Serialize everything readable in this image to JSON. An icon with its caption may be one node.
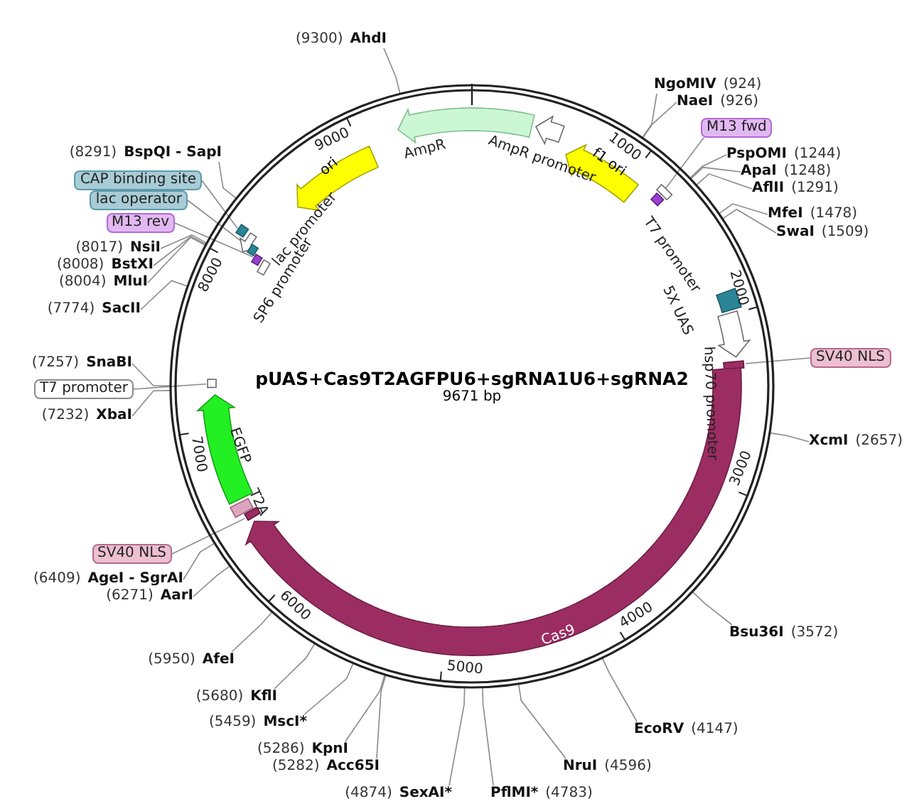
{
  "diagram": {
    "nodes": [
      {
        "text": [
          "pUAS+Cas9T2AGFPU6+sgRNA1U6+sgRNA2",
          "9671 bp"
        ]
      },
      {
        "text": [
          "AhdI"
        ],
        "beside": [
          "(9300)"
        ]
      },
      {
        "text": [
          "NgoMIV"
        ],
        "beside": [
          "(924)"
        ]
      },
      {
        "text": [
          "NaeI"
        ],
        "beside": [
          "(926)"
        ]
      },
      {
        "text": [
          "BspQI - SapI"
        ],
        "beside": [
          "(8291)"
        ]
      },
      {
        "text": [
          "PspOMI"
        ],
        "beside": [
          "(1244)"
        ]
      },
      {
        "text": [
          "ApaI"
        ],
        "beside": [
          "(1248)"
        ]
      },
      {
        "text": [
          "AflII"
        ],
        "beside": [
          "(1291)"
        ]
      },
      {
        "text": [
          "MfeI"
        ],
        "beside": [
          "(1478)"
        ]
      },
      {
        "text": [
          "SwaI"
        ],
        "beside": [
          "(1509)"
        ]
      },
      {
        "text": [
          "NsiI"
        ],
        "beside": [
          "(8017)"
        ]
      },
      {
        "text": [
          "BstXI"
        ],
        "beside": [
          "(8008)"
        ]
      },
      {
        "text": [
          "MluI"
        ],
        "beside": [
          "(8004)"
        ]
      },
      {
        "text": [
          "SacII"
        ],
        "beside": [
          "(7774)"
        ]
      },
      {
        "text": [
          "SnaBI"
        ],
        "beside": [
          "(7257)"
        ]
      },
      {
        "text": [
          "XbaI"
        ],
        "beside": [
          "(7232)"
        ]
      },
      {
        "text": [
          "XcmI"
        ],
        "beside": [
          "(2657)"
        ]
      },
      {
        "text": [
          "AgeI - SgrAI"
        ],
        "beside": [
          "(6409)"
        ]
      },
      {
        "text": [
          "AarI"
        ],
        "beside": [
          "(6271)"
        ]
      },
      {
        "text": [
          "Bsu36I"
        ],
        "beside": [
          "(3572)"
        ]
      },
      {
        "text": [
          "AfeI"
        ],
        "beside": [
          "(5950)"
        ]
      },
      {
        "text": [
          "KflI"
        ],
        "beside": [
          "(5680)"
        ]
      },
      {
        "text": [
          "MscI*"
        ],
        "beside": [
          "(5459)"
        ]
      },
      {
        "text": [
          "EcoRV"
        ],
        "beside": [
          "(4147)"
        ]
      },
      {
        "text": [
          "KpnI"
        ],
        "beside": [
          "(5286)"
        ]
      },
      {
        "text": [
          "Acc65I"
        ],
        "beside": [
          "(5282)"
        ]
      },
      {
        "text": [
          "NruI"
        ],
        "beside": [
          "(4596)"
        ]
      },
      {
        "text": [
          "SexAI*"
        ],
        "beside": [
          "(4874)"
        ]
      },
      {
        "text": [
          "PflMI*"
        ],
        "beside": [
          "(4783)"
        ]
      },
      {
        "text": [
          "CAP binding site"
        ]
      },
      {
        "text": [
          "lac operator"
        ]
      },
      {
        "text": [
          "M13 rev"
        ]
      },
      {
        "text": [
          "M13 fwd"
        ]
      },
      {
        "text": [
          "SV40 NLS"
        ]
      },
      {
        "text": [
          "T7 promoter"
        ]
      },
      {
        "text": [
          "SV40 NLS"
        ]
      },
      {
        "text": [],
        "shape": "arrow",
        "in": 0
      },
      {
        "text": [],
        "shape": "arrow",
        "in": 0
      },
      {
        "text": [
          "ori"
        ],
        "in": 0
      },
      {
        "text": [
          "f1 ori"
        ],
        "in": 0
      },
      {
        "text": [],
        "shape": "bar",
        "in": 0
      },
      {
        "text": [],
        "shape": "bar",
        "in": 0
      },
      {
        "text": [],
        "shape": "box",
        "in": 0
      },
      {
        "text": [],
        "shape": "arrow",
        "in": 0
      },
      {
        "text": [],
        "shape": "bar",
        "in": 0
      },
      {
        "text": [
          "Cas9"
        ],
        "in": 0
      },
      {
        "text": [],
        "shape": "bar",
        "in": 0
      },
      {
        "text": [],
        "shape": "bar",
        "in": 0
      },
      {
        "text": [],
        "shape": "arrow",
        "in": 0
      },
      {
        "text": [],
        "shape": "bar",
        "in": 0
      },
      {
        "text": [],
        "shape": "bar",
        "in": 0
      },
      {
        "text": [],
        "shape": "arrow",
        "in": 0
      },
      {
        "text": [],
        "shape": "bar",
        "in": 0
      },
      {
        "text": [],
        "shape": "bar",
        "in": 0
      },
      {
        "text": [],
        "shape": "arrow",
        "in": 0
      }
    ],
    "edges": [
      {
        "from": 1,
        "to": 0,
        "arrow": "none"
      },
      {
        "from": 2,
        "to": 0,
        "arrow": "none"
      },
      {
        "from": 3,
        "to": 0,
        "arrow": "none"
      },
      {
        "from": 4,
        "to": 0,
        "arrow": "none"
      },
      {
        "from": 5,
        "to": 0,
        "arrow": "none"
      },
      {
        "from": 6,
        "to": 0,
        "arrow": "none"
      },
      {
        "from": 7,
        "to": 0,
        "arrow": "none"
      },
      {
        "from": 8,
        "to": 0,
        "arrow": "none"
      },
      {
        "from": 9,
        "to": 0,
        "arrow": "none"
      },
      {
        "from": 10,
        "to": 0,
        "arrow": "none"
      },
      {
        "from": 11,
        "to": 0,
        "arrow": "none"
      },
      {
        "from": 12,
        "to": 0,
        "arrow": "none"
      },
      {
        "from": 13,
        "to": 0,
        "arrow": "none"
      },
      {
        "from": 14,
        "to": 0,
        "arrow": "none"
      },
      {
        "from": 15,
        "to": 0,
        "arrow": "none"
      },
      {
        "from": 16,
        "to": 0,
        "arrow": "none"
      },
      {
        "from": 17,
        "to": 0,
        "arrow": "none"
      },
      {
        "from": 18,
        "to": 0,
        "arrow": "none"
      },
      {
        "from": 19,
        "to": 0,
        "arrow": "none"
      },
      {
        "from": 20,
        "to": 0,
        "arrow": "none"
      },
      {
        "from": 21,
        "to": 0,
        "arrow": "none"
      },
      {
        "from": 22,
        "to": 0,
        "arrow": "none"
      },
      {
        "from": 23,
        "to": 0,
        "arrow": "none"
      },
      {
        "from": 24,
        "to": 0,
        "arrow": "none"
      },
      {
        "from": 25,
        "to": 0,
        "arrow": "none"
      },
      {
        "from": 26,
        "to": 0,
        "arrow": "none"
      },
      {
        "from": 27,
        "to": 0,
        "arrow": "none"
      },
      {
        "from": 28,
        "to": 0,
        "arrow": "none"
      },
      {
        "from": 29,
        "to": 50,
        "arrow": "none"
      },
      {
        "from": 30,
        "to": 52,
        "arrow": "none"
      },
      {
        "from": 31,
        "to": 53,
        "arrow": "none"
      },
      {
        "from": 32,
        "to": 41,
        "arrow": "none"
      },
      {
        "from": 33,
        "to": 44,
        "arrow": "none"
      },
      {
        "from": 34,
        "to": 49,
        "arrow": "none"
      },
      {
        "from": 35,
        "to": 46,
        "arrow": "none"
      }
    ],
    "labels": [
      "1000",
      "2000",
      "3000",
      "4000",
      "5000",
      "6000",
      "7000",
      "8000",
      "9000",
      "AmpR",
      "AmpR promoter",
      "T7 promoter",
      "5X UAS",
      "hsp70 promoter",
      "EGFP",
      "T2A",
      "lac promoter",
      "SP6 promoter"
    ]
  }
}
